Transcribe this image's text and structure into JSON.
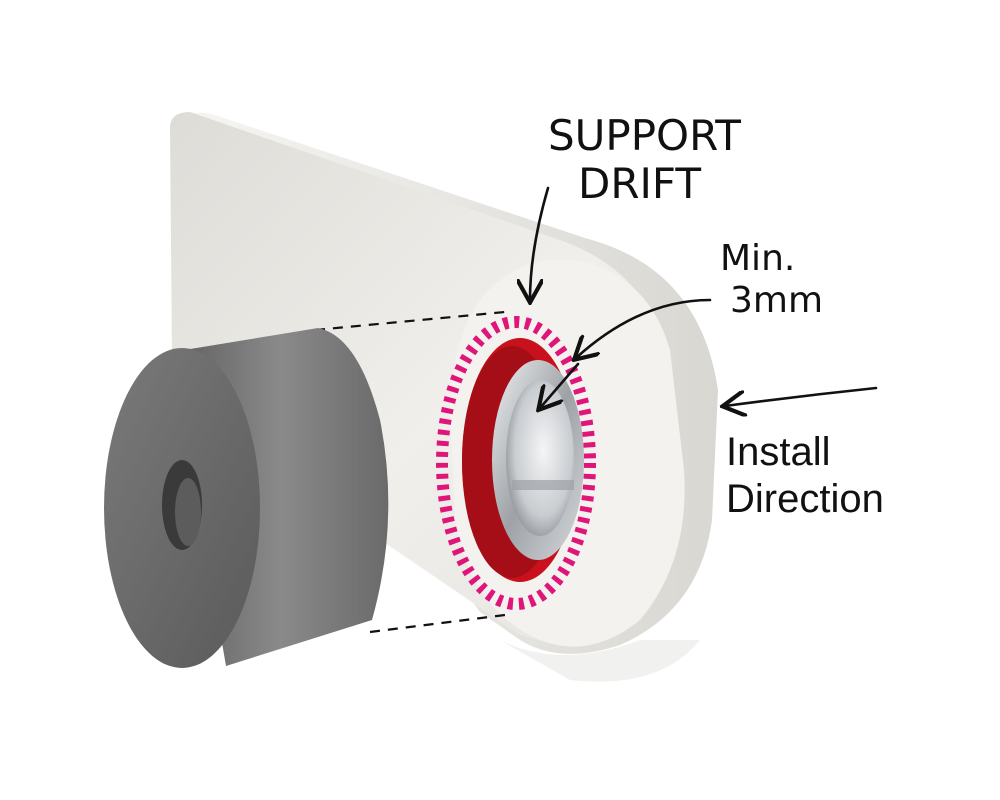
{
  "annotations": {
    "support_drift": [
      "SUPPORT",
      "DRIFT"
    ],
    "min_clearance": [
      "Min.",
      "3mm"
    ],
    "install_direction": [
      "Install",
      "Direction"
    ]
  },
  "parts": {
    "plate": "lug-plate",
    "bushing": "drift-cylinder",
    "bearing": "bore-bearing"
  },
  "colors": {
    "plate": "#e9e7e3",
    "plate_shadow": "#cfcdc8",
    "cylinder_face": "#6b6b6b",
    "cylinder_side": "#7a7a7a",
    "bearing_red": "#c8111d",
    "support_ring_pink": "#e0157a",
    "steel": "#b9bcc0",
    "ink": "#111111"
  }
}
